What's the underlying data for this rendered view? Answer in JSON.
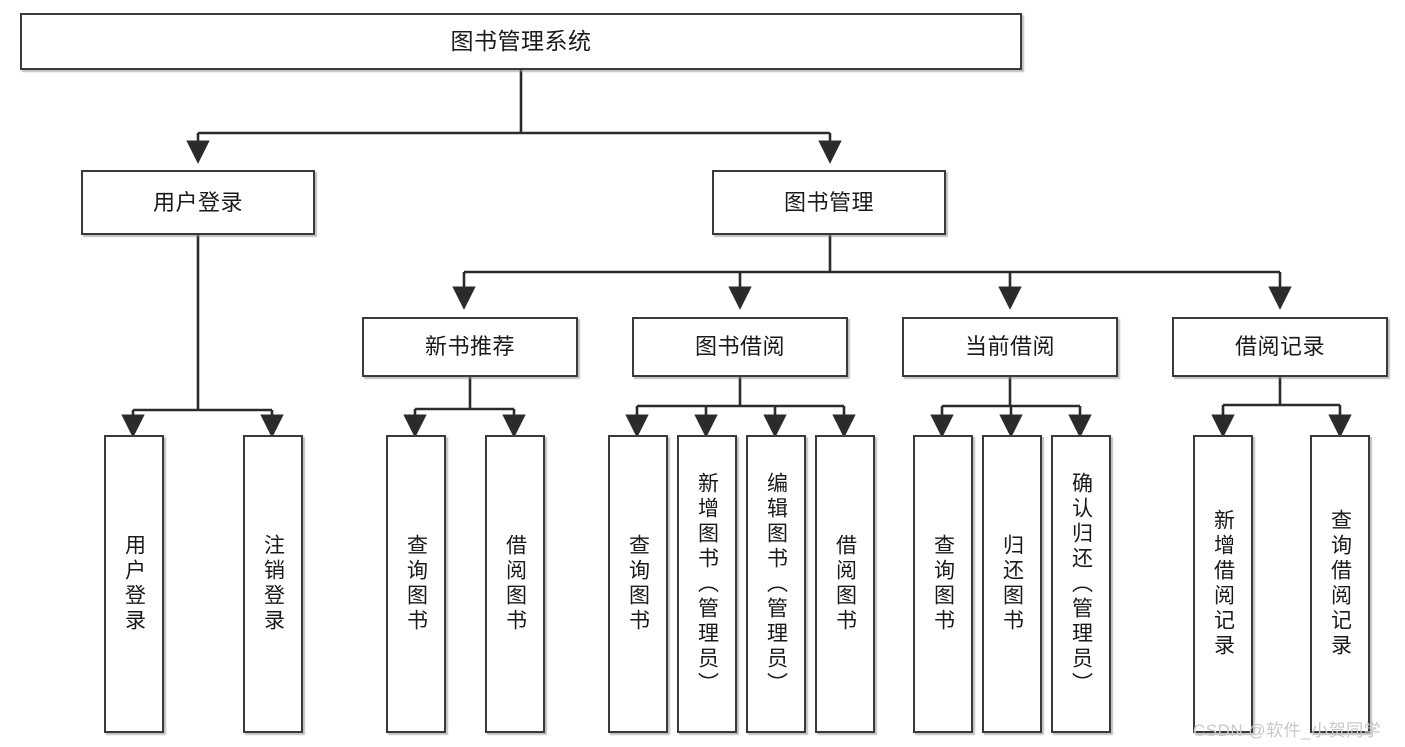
{
  "diagram": {
    "type": "tree-hierarchy-chart",
    "title": "图书管理系统",
    "orientation": "top-down",
    "theme": {
      "box_border": "#3a3a3a",
      "box_fill": "#ffffff",
      "connector": "#2b2b2b",
      "text": "#1a1a1a",
      "watermark": "#c9c9c9",
      "background": "#ffffff"
    }
  },
  "root": {
    "label": "图书管理系统"
  },
  "level2": [
    {
      "label": "用户登录"
    },
    {
      "label": "图书管理"
    }
  ],
  "level3": [
    {
      "label": "新书推荐"
    },
    {
      "label": "图书借阅"
    },
    {
      "label": "当前借阅"
    },
    {
      "label": "借阅记录"
    }
  ],
  "leaves": {
    "user_login": [
      {
        "label": "用户登录"
      },
      {
        "label": "注销登录"
      }
    ],
    "new_book_recommend": [
      {
        "label": "查询图书"
      },
      {
        "label": "借阅图书"
      }
    ],
    "book_borrow": [
      {
        "label": "查询图书"
      },
      {
        "label": "新增图书（管理员）"
      },
      {
        "label": "编辑图书（管理员）"
      },
      {
        "label": "借阅图书"
      }
    ],
    "current_borrow": [
      {
        "label": "查询图书"
      },
      {
        "label": "归还图书"
      },
      {
        "label": "确认归还（管理员）"
      }
    ],
    "borrow_record": [
      {
        "label": "新增借阅记录"
      },
      {
        "label": "查询借阅记录"
      }
    ]
  },
  "watermark": {
    "text": "CSDN @软件_小贺同学"
  }
}
